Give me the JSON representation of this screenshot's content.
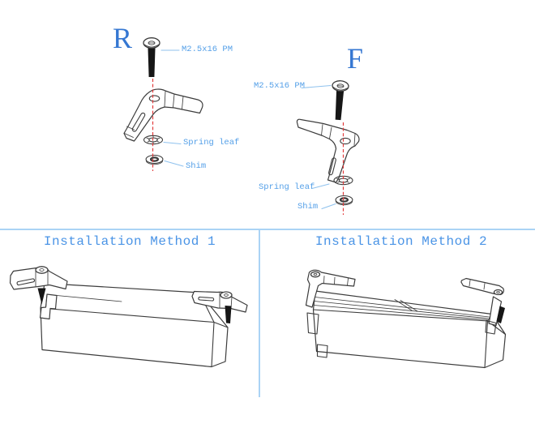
{
  "colors": {
    "letter_blue": "#3577d2",
    "label_blue": "#55a0e8",
    "title_blue": "#4a94e6",
    "leader_blue": "#8fc2ee",
    "divider_blue": "#aad3f5",
    "red_dash": "#e23c3c",
    "line_dark": "#3c3c3c"
  },
  "exploded": {
    "r": {
      "letter": "R",
      "screw_label": "M2.5x16 PM",
      "spring_leaf_label": "Spring leaf",
      "shim_label": "Shim"
    },
    "f": {
      "letter": "F",
      "screw_label": "M2.5x16 PM",
      "spring_leaf_label": "Spring leaf",
      "shim_label": "Shim"
    }
  },
  "methods": {
    "method1_title": "Installation Method 1",
    "method2_title": "Installation Method 2"
  }
}
